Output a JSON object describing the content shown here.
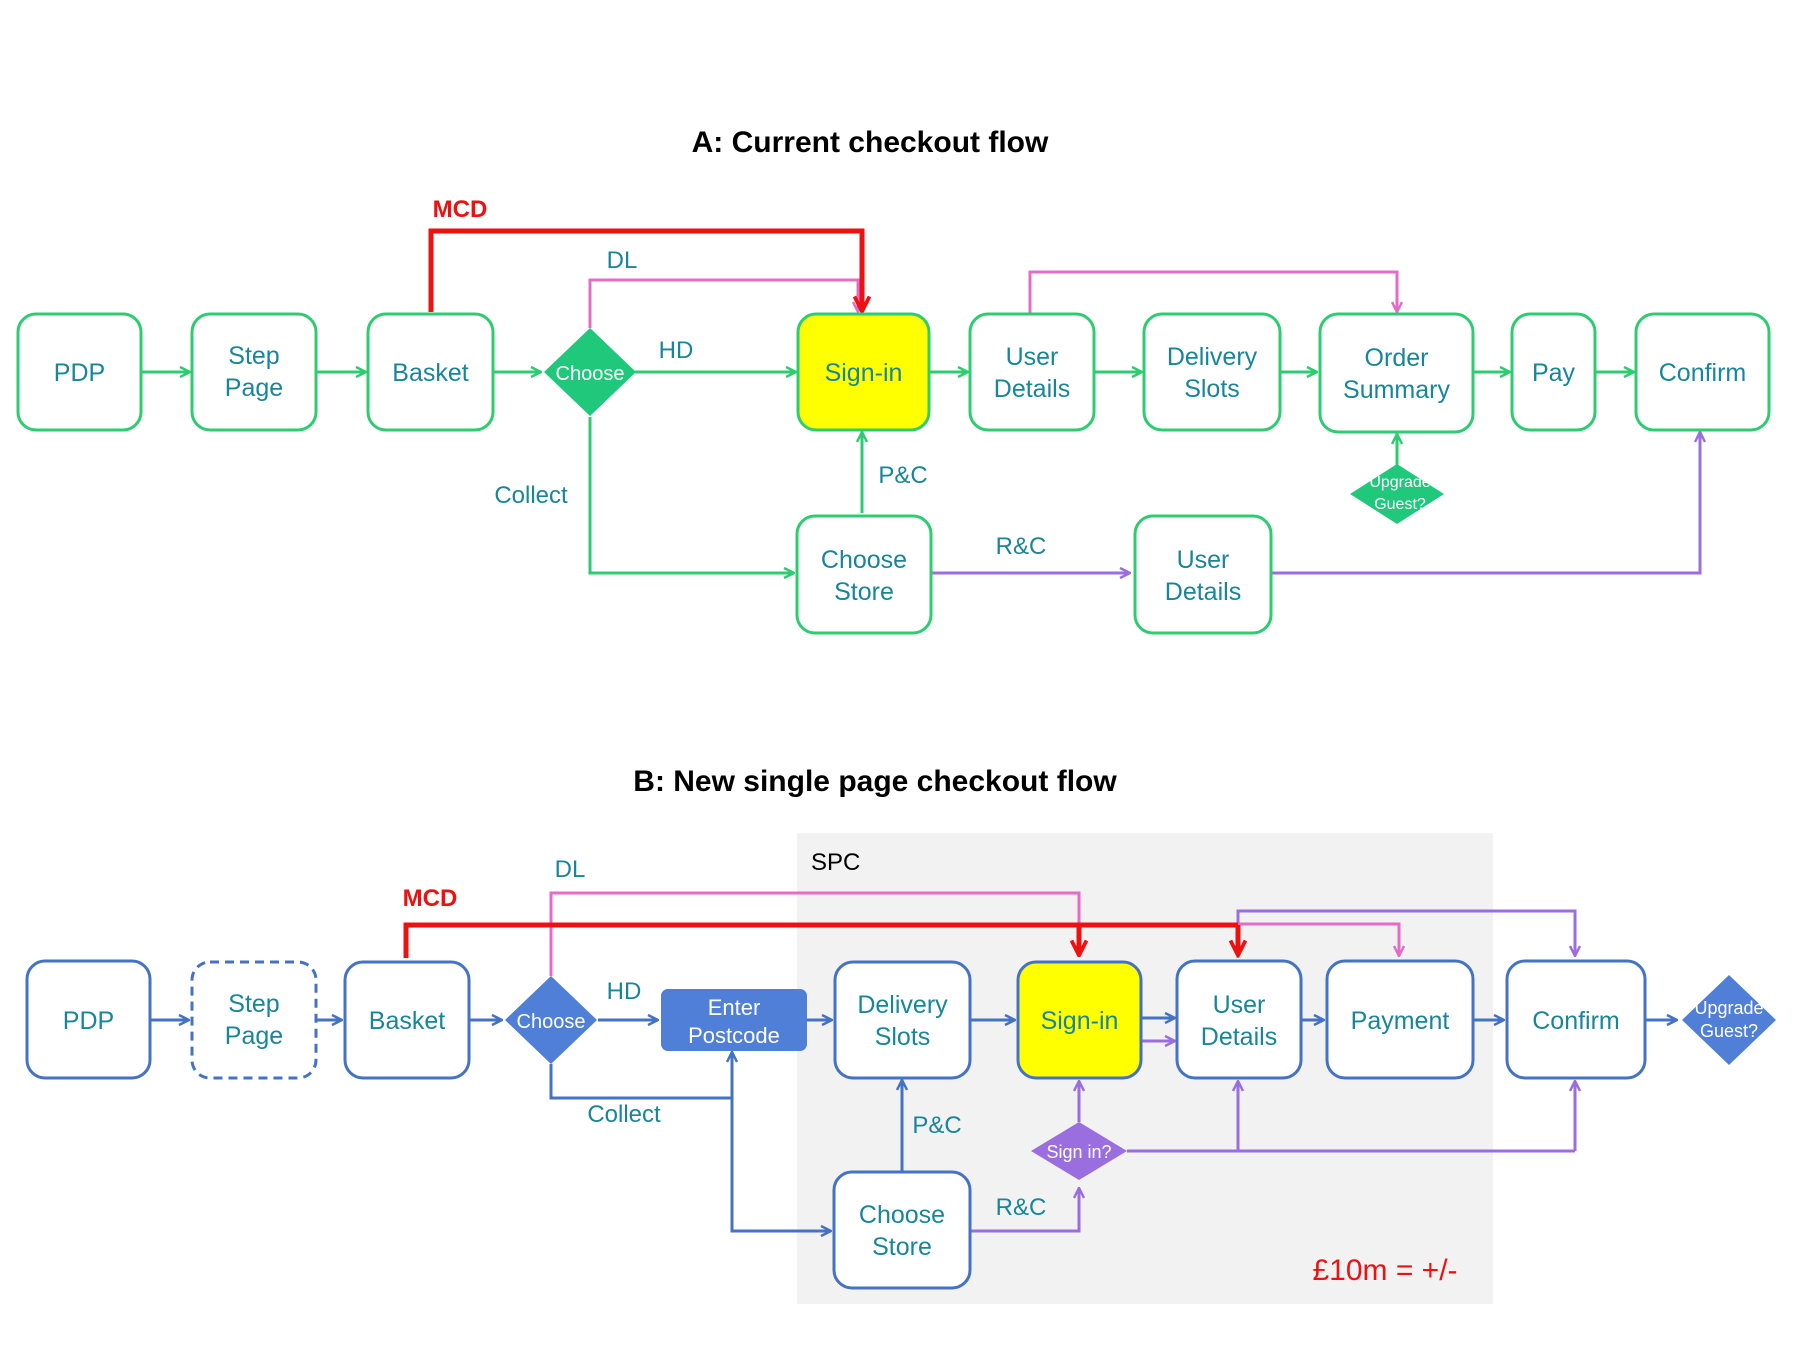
{
  "diagram_a": {
    "title": "A: Current checkout flow",
    "nodes": {
      "pdp": "PDP",
      "step_page": [
        "Step",
        "Page"
      ],
      "basket": "Basket",
      "choose": "Choose",
      "signin": "Sign-in",
      "user_details": [
        "User",
        "Details"
      ],
      "delivery_slots": [
        "Delivery",
        "Slots"
      ],
      "order_summary": [
        "Order",
        "Summary"
      ],
      "pay": "Pay",
      "confirm": "Confirm",
      "upgrade_guest": [
        "Upgrade",
        "Guest?"
      ],
      "choose_store": [
        "Choose",
        "Store"
      ],
      "user_details_2": [
        "User",
        "Details"
      ]
    },
    "labels": {
      "mcd": "MCD",
      "dl": "DL",
      "hd": "HD",
      "collect": "Collect",
      "pc": "P&C",
      "rc": "R&C"
    }
  },
  "diagram_b": {
    "title": "B: New single page checkout flow",
    "spc_label": "SPC",
    "nodes": {
      "pdp": "PDP",
      "step_page": [
        "Step",
        "Page"
      ],
      "basket": "Basket",
      "choose": "Choose",
      "enter_postcode": [
        "Enter",
        "Postcode"
      ],
      "delivery_slots": [
        "Delivery",
        "Slots"
      ],
      "signin": "Sign-in",
      "user_details": [
        "User",
        "Details"
      ],
      "payment": "Payment",
      "confirm": "Confirm",
      "upgrade_guest": [
        "Upgrade",
        "Guest?"
      ],
      "signin_q": "Sign in?",
      "choose_store": [
        "Choose",
        "Store"
      ]
    },
    "labels": {
      "mcd": "MCD",
      "dl": "DL",
      "hd": "HD",
      "collect": "Collect",
      "pc": "P&C",
      "rc": "R&C"
    },
    "note": "£10m = +/-"
  },
  "colors": {
    "green": "#2ecc71",
    "green_fill": "#1fc87a",
    "blue": "#4472c4",
    "blue_fill": "#4f7fd6",
    "pink": "#e46cc9",
    "purple": "#9b6ee0",
    "red": "#ee1111",
    "highlight": "#ffff00",
    "text": "#17869a",
    "spc_panel": "#f2f2f2"
  }
}
